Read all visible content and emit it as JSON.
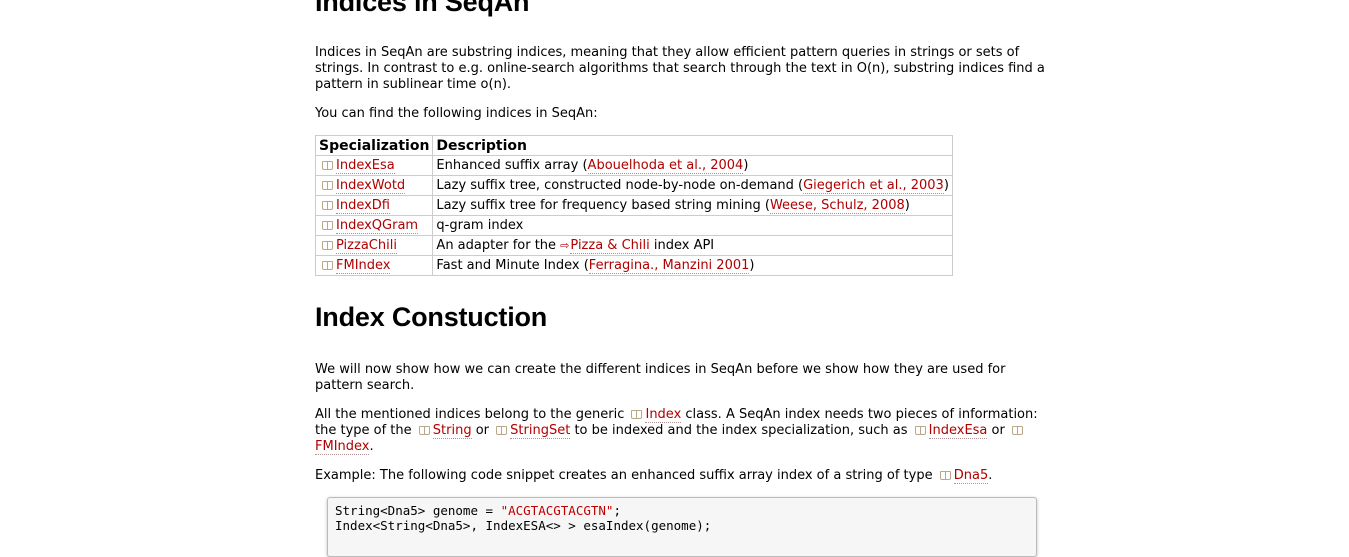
{
  "section1": {
    "title": "Indices in SeqAn",
    "intro": "Indices in SeqAn are substring indices, meaning that they allow efficient pattern queries in strings or sets of strings. In contrast to e.g. online-search algorithms that search through the text in O(n), substring indices find a pattern in sublinear time o(n).",
    "lead": "You can find the following indices in SeqAn:",
    "table": {
      "headers": [
        "Specialization",
        "Description"
      ],
      "rows": [
        {
          "spec": "IndexEsa",
          "desc_pre": "Enhanced suffix array (",
          "ref": "Abouelhoda et al., 2004",
          "desc_post": ")"
        },
        {
          "spec": "IndexWotd",
          "desc_pre": "Lazy suffix tree, constructed node-by-node on-demand (",
          "ref": "Giegerich et al., 2003",
          "desc_post": ")"
        },
        {
          "spec": "IndexDfi",
          "desc_pre": "Lazy suffix tree for frequency based string mining (",
          "ref": "Weese, Schulz, 2008",
          "desc_post": ")"
        },
        {
          "spec": "IndexQGram",
          "desc_pre": "q-gram index",
          "ref": "",
          "desc_post": ""
        },
        {
          "spec": "PizzaChili",
          "desc_pre": "An adapter for the ",
          "ref": "Pizza & Chili",
          "desc_post": " index API"
        },
        {
          "spec": "FMIndex",
          "desc_pre": "Fast and Minute Index (",
          "ref": "Ferragina., Manzini 2001",
          "desc_post": ")"
        }
      ]
    }
  },
  "section2": {
    "title": "Index Constuction",
    "p1": "We will now show how we can create the different indices in SeqAn before we show how they are used for pattern search.",
    "p2": {
      "t1": "All the mentioned indices belong to the generic ",
      "link_index": "Index",
      "t2": " class. A SeqAn index needs two pieces of information: the type of the ",
      "link_string": "String",
      "t3": " or ",
      "link_stringset": "StringSet",
      "t4": " to be indexed and the index specialization, such as ",
      "link_indexesa": "IndexEsa",
      "t5": " or ",
      "link_fmindex": "FMIndex",
      "t6": "."
    },
    "p3": {
      "t1": "Example: The following code snippet creates an enhanced suffix array index of a string of type ",
      "link_dna5": "Dna5",
      "t2": "."
    },
    "code": {
      "line1_pre": "String<Dna5> genome = ",
      "line1_str": "\"ACGTACGTACGTN\"",
      "line1_post": ";",
      "line2": "Index<String<Dna5>, IndexESA<> > esaIndex(genome);"
    }
  },
  "icons": {
    "doc_link": "book-icon",
    "external_link": "external-link-icon"
  },
  "colors": {
    "link": "#b00000",
    "code_string": "#c00000"
  }
}
